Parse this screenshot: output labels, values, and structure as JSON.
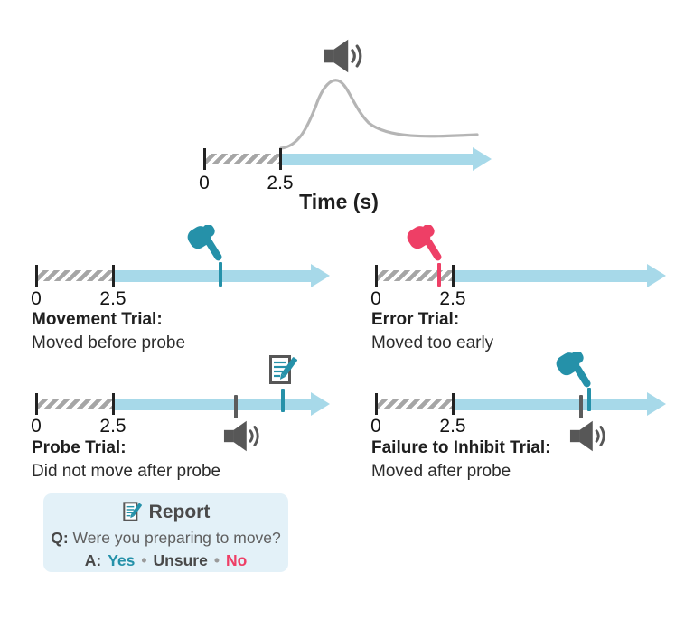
{
  "colors": {
    "teal": "#2591a9",
    "pink": "#ee3f66",
    "blue": "#a7d9e9",
    "hatch": "#a6a6a6",
    "icon": "#575757",
    "curve": "#b5b5b5",
    "ink": "#1f1f1f",
    "panel": "#e3f1f8"
  },
  "axis": {
    "t0": "0",
    "t1": "2.5",
    "label": "Time (s)"
  },
  "trials": {
    "movement": {
      "title": "Movement Trial:",
      "desc": "Moved before probe"
    },
    "error": {
      "title": "Error Trial:",
      "desc": "Moved too early"
    },
    "probe": {
      "title": "Probe Trial:",
      "desc": "Did not move after probe"
    },
    "failure": {
      "title": "Failure to Inhibit Trial:",
      "desc": "Moved after probe"
    }
  },
  "report": {
    "title": "Report",
    "q_label": "Q:",
    "question": "Were you preparing to move?",
    "a_label": "A:",
    "answers": [
      "Yes",
      "Unsure",
      "No"
    ],
    "separator": "•"
  }
}
